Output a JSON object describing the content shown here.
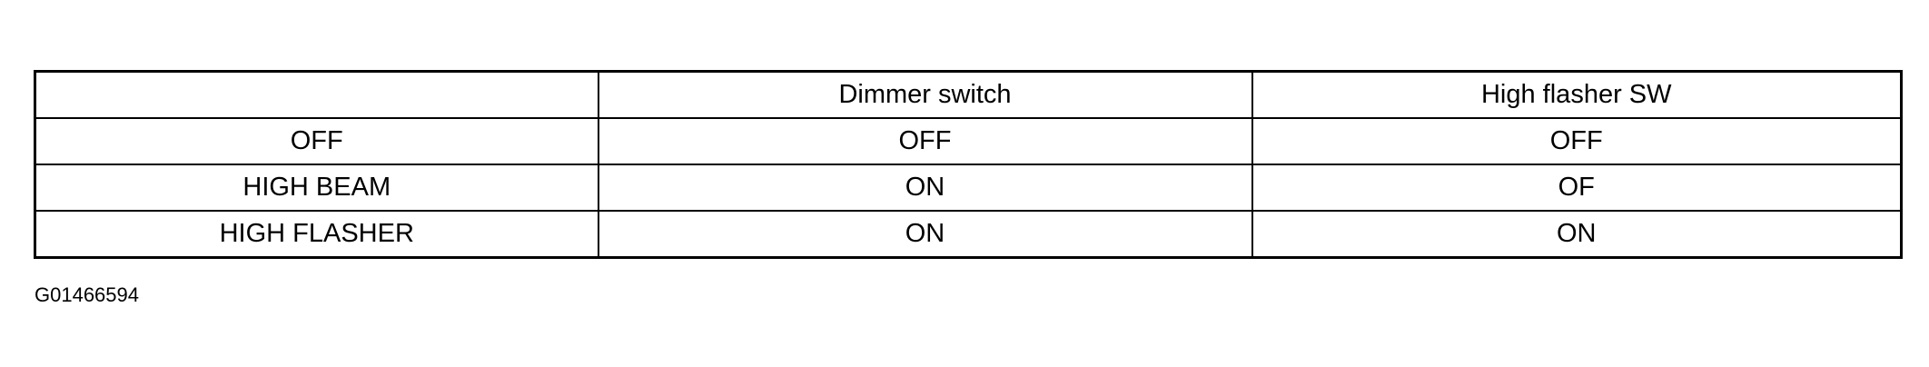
{
  "table": {
    "headers": [
      "",
      "Dimmer switch",
      "High flasher SW"
    ],
    "rows": [
      [
        "OFF",
        "OFF",
        "OFF"
      ],
      [
        "HIGH BEAM",
        "ON",
        "OF"
      ],
      [
        "HIGH FLASHER",
        "ON",
        "ON"
      ]
    ]
  },
  "figure_id": "G01466594"
}
